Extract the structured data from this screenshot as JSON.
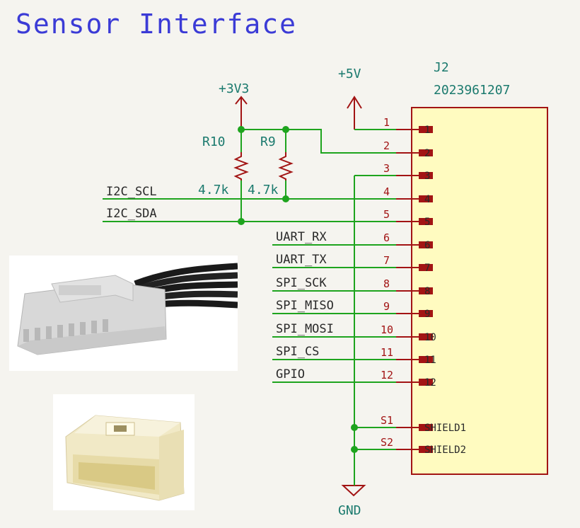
{
  "title": "Sensor Interface",
  "power": {
    "v33": "+3V3",
    "v5": "+5V",
    "gnd": "GND"
  },
  "resistors": [
    {
      "ref": "R10",
      "value": "4.7k"
    },
    {
      "ref": "R9",
      "value": "4.7k"
    }
  ],
  "connector": {
    "ref": "J2",
    "part": "2023961207",
    "pins": [
      {
        "num": "1",
        "name": "1"
      },
      {
        "num": "2",
        "name": "2"
      },
      {
        "num": "3",
        "name": "3"
      },
      {
        "num": "4",
        "name": "4"
      },
      {
        "num": "5",
        "name": "5"
      },
      {
        "num": "6",
        "name": "6"
      },
      {
        "num": "7",
        "name": "7"
      },
      {
        "num": "8",
        "name": "8"
      },
      {
        "num": "9",
        "name": "9"
      },
      {
        "num": "10",
        "name": "10"
      },
      {
        "num": "11",
        "name": "11"
      },
      {
        "num": "12",
        "name": "12"
      },
      {
        "num": "S1",
        "name": "SHIELD1"
      },
      {
        "num": "S2",
        "name": "SHIELD2"
      }
    ]
  },
  "nets": {
    "i2c_scl": "I2C_SCL",
    "i2c_sda": "I2C_SDA",
    "uart_rx": "UART_RX",
    "uart_tx": "UART_TX",
    "spi_sck": "SPI_SCK",
    "spi_miso": "SPI_MISO",
    "spi_mosi": "SPI_MOSI",
    "spi_cs": "SPI_CS",
    "gpio": "GPIO"
  },
  "colors": {
    "title": "#3b3bd6",
    "wire": "#1ea41e",
    "symbol": "#a21414",
    "symbol_fill": "#fffbc0",
    "power_text": "#1b7a6e",
    "background": "#f5f4ef"
  }
}
